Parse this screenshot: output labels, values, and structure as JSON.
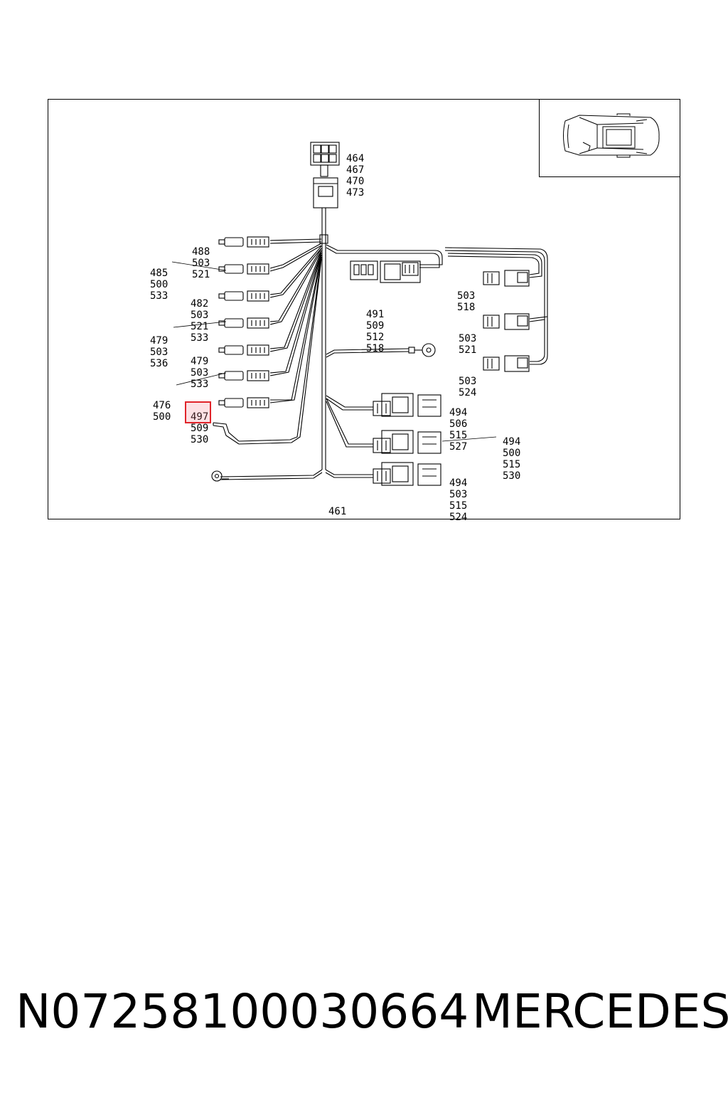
{
  "diagram": {
    "callouts": [
      {
        "id": "c-main-connector",
        "lines": [
          "464",
          "467",
          "470",
          "473"
        ]
      },
      {
        "id": "c-upper-1",
        "lines": [
          "488",
          "503",
          "521"
        ]
      },
      {
        "id": "c-upper-2",
        "lines": [
          "485",
          "500",
          "533"
        ]
      },
      {
        "id": "c-upper-3",
        "lines": [
          "482",
          "503",
          "521",
          "533"
        ]
      },
      {
        "id": "c-mid-1",
        "lines": [
          "479",
          "503",
          "536"
        ]
      },
      {
        "id": "c-mid-2",
        "lines": [
          "479",
          "503",
          "533"
        ]
      },
      {
        "id": "c-lower-1",
        "lines": [
          "476",
          "500"
        ]
      },
      {
        "id": "c-lower-2",
        "lines": [
          "497",
          "509",
          "530"
        ]
      },
      {
        "id": "c-relay",
        "lines": [
          "491",
          "509",
          "512",
          "518"
        ]
      },
      {
        "id": "c-right-1",
        "lines": [
          "503",
          "518"
        ]
      },
      {
        "id": "c-right-2",
        "lines": [
          "503",
          "521"
        ]
      },
      {
        "id": "c-right-3",
        "lines": [
          "503",
          "524"
        ]
      },
      {
        "id": "c-plug-1",
        "lines": [
          "494",
          "506",
          "515",
          "527"
        ]
      },
      {
        "id": "c-plug-2",
        "lines": [
          "494",
          "500",
          "515",
          "530"
        ]
      },
      {
        "id": "c-plug-3",
        "lines": [
          "494",
          "503",
          "515",
          "524"
        ]
      },
      {
        "id": "c-harness",
        "lines": [
          "461"
        ]
      }
    ]
  },
  "footer": {
    "part_number": "N07258100030664",
    "brand": "MERCEDES"
  },
  "colors": {
    "line": "#000000",
    "highlight_border": "#e0242a",
    "wire_blue": "#2a2a8a"
  }
}
